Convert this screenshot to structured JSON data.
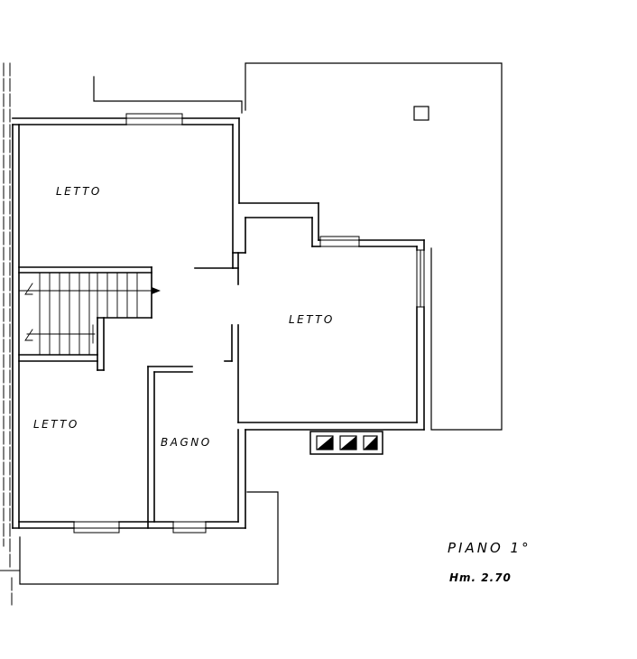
{
  "rooms": {
    "bedroom_top_left": "LETTO",
    "bedroom_right": "LETTO",
    "bedroom_bottom_left": "LETTO",
    "bathroom": "BAGNO"
  },
  "title_block": {
    "floor": "PIANO 1°",
    "height": "Hm. 2.70"
  },
  "colors": {
    "ink": "#000000",
    "paper": "#ffffff"
  }
}
